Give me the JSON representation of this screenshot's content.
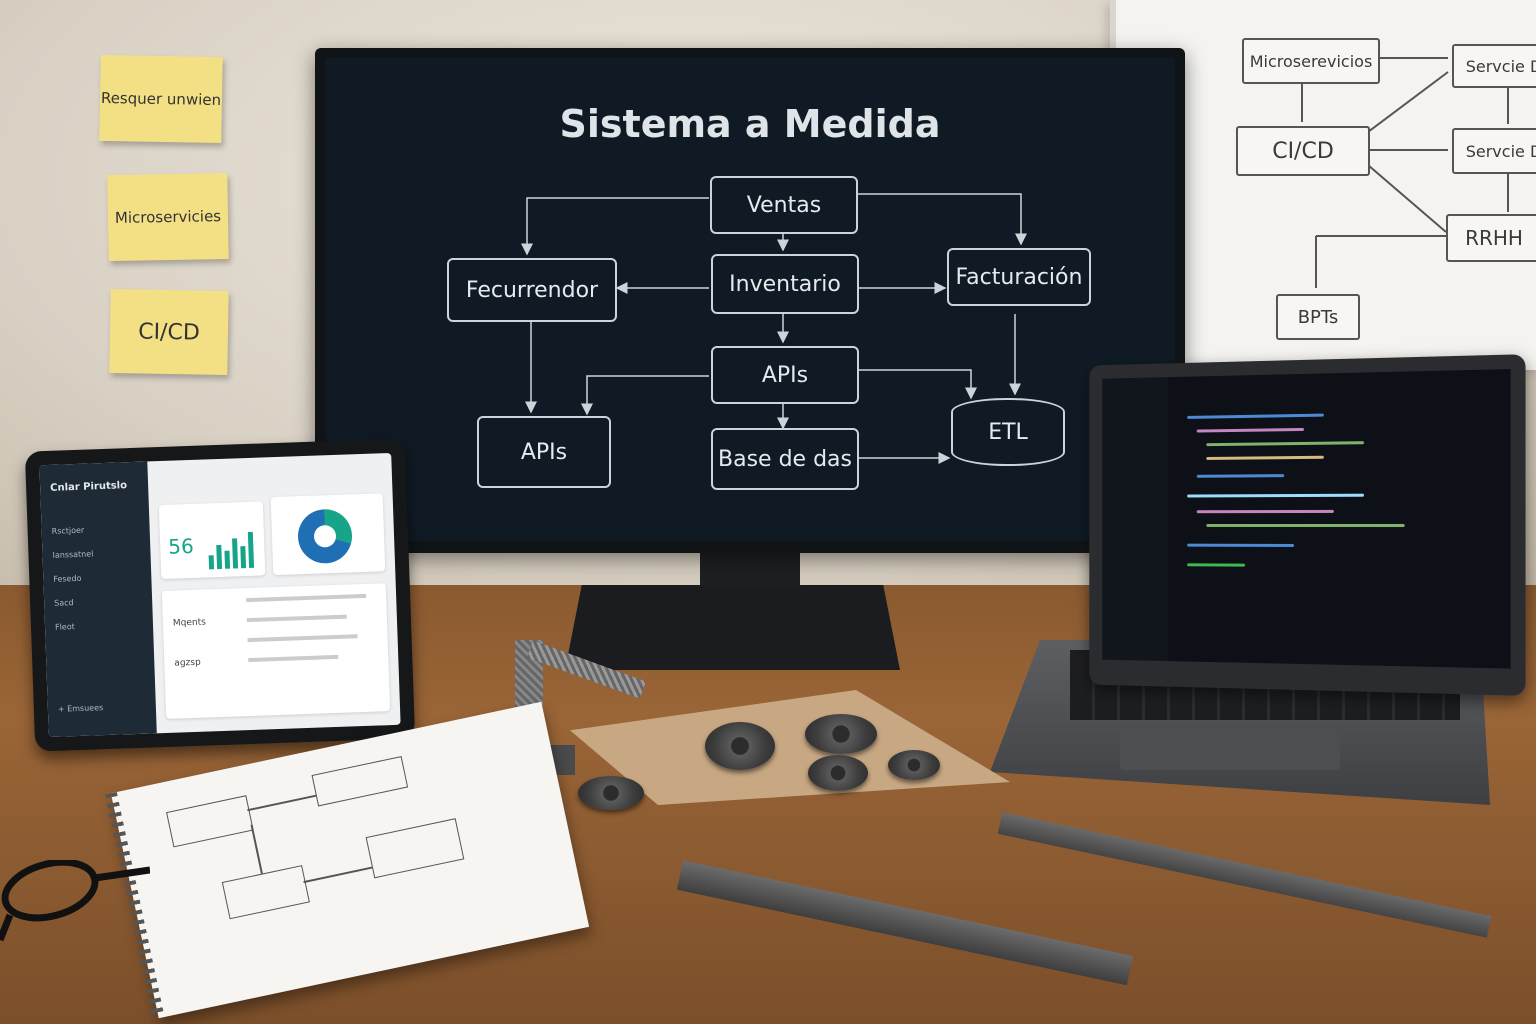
{
  "monitor": {
    "title": "Sistema a Medida",
    "nodes": {
      "ventas": "Ventas",
      "fecurrendor": "Fecurrendor",
      "inventario": "Inventario",
      "facturacion": "Facturación",
      "apis_center": "APIs",
      "apis_left": "APIs",
      "base_datos": "Base de das",
      "etl": "ETL"
    }
  },
  "sticky_notes": {
    "note1": "Resquer unwien",
    "note2": "Microservicies",
    "note3": "CI/CD"
  },
  "whiteboard": {
    "microservicios": "Microserevicios",
    "servicio1": "Servcie D",
    "cicd": "CI/CD",
    "servicio2": "Servcie D",
    "rrhh": "RRHH",
    "bpts": "BPTs"
  },
  "tablet": {
    "app_title": "Cnlar Pirutslo",
    "kpi_value": "56",
    "nav": [
      "Rsctjoer",
      "Ianssatnel",
      "Fesedo",
      "Sacd",
      "Fleot"
    ],
    "footer": "+ Emsuees",
    "list_items": [
      "Mqents",
      "agzsp"
    ]
  },
  "colors": {
    "monitor_bg": "#0f1a24",
    "sticky": "#f3df84",
    "desk": "#9a6537",
    "chart_teal": "#17a589",
    "donut_blue": "#1f6fb5"
  }
}
